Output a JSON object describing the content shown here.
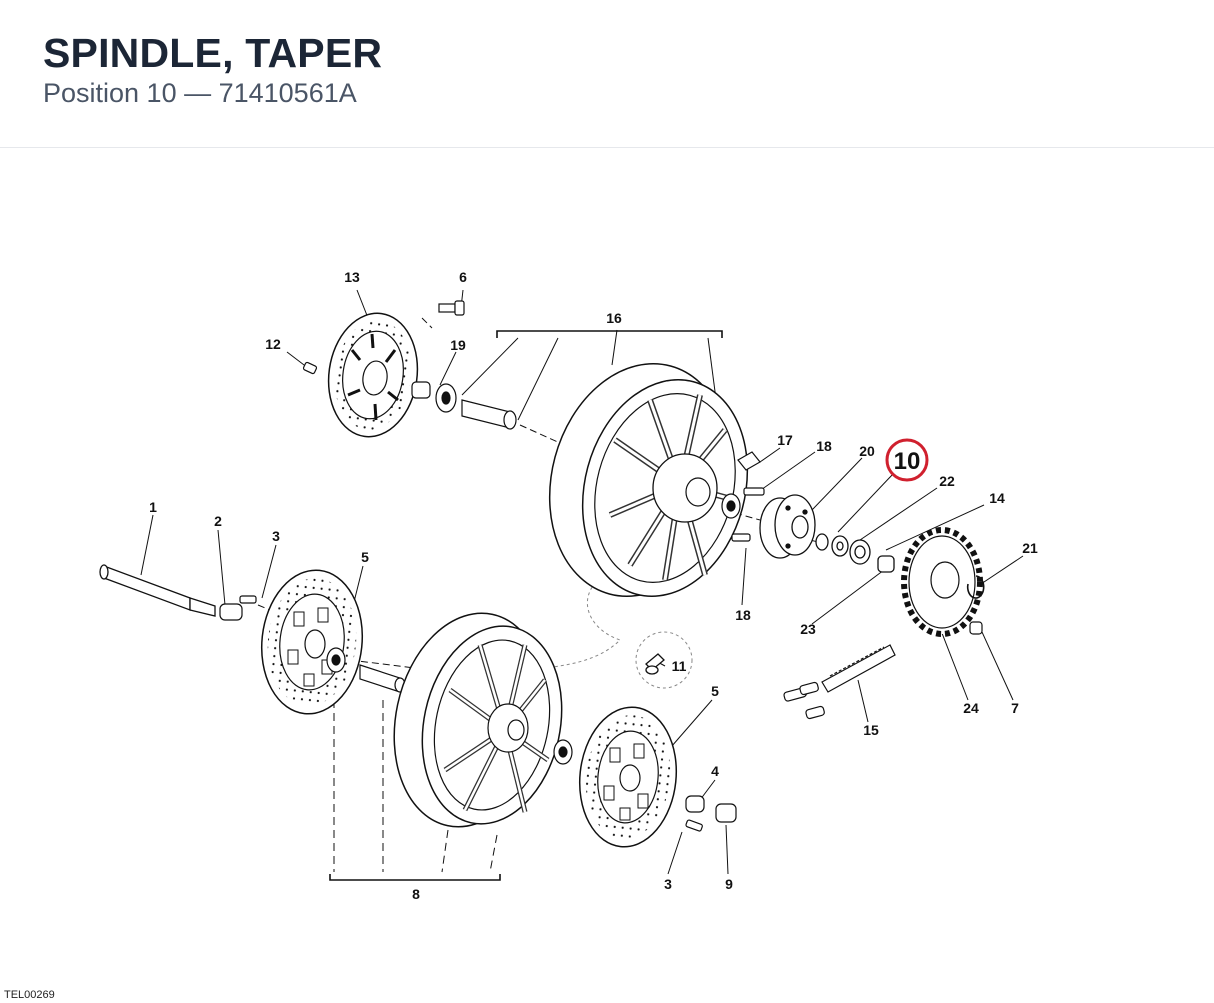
{
  "header": {
    "title": "SPINDLE, TAPER",
    "subtitle": "Position 10 — 71410561A"
  },
  "diagram": {
    "highlight_color": "#d0202e",
    "highlighted": "10",
    "labels": {
      "l1": "1",
      "l2": "2",
      "l3a": "3",
      "l3b": "3",
      "l4": "4",
      "l5a": "5",
      "l5b": "5",
      "l6": "6",
      "l7": "7",
      "l8": "8",
      "l9": "9",
      "l10": "10",
      "l11": "11",
      "l12": "12",
      "l13": "13",
      "l14": "14",
      "l15": "15",
      "l16": "16",
      "l17": "17",
      "l18a": "18",
      "l18b": "18",
      "l19": "19",
      "l20": "20",
      "l21": "21",
      "l22": "22",
      "l23": "23",
      "l24": "24"
    }
  },
  "footer": {
    "code": "TEL00269"
  }
}
